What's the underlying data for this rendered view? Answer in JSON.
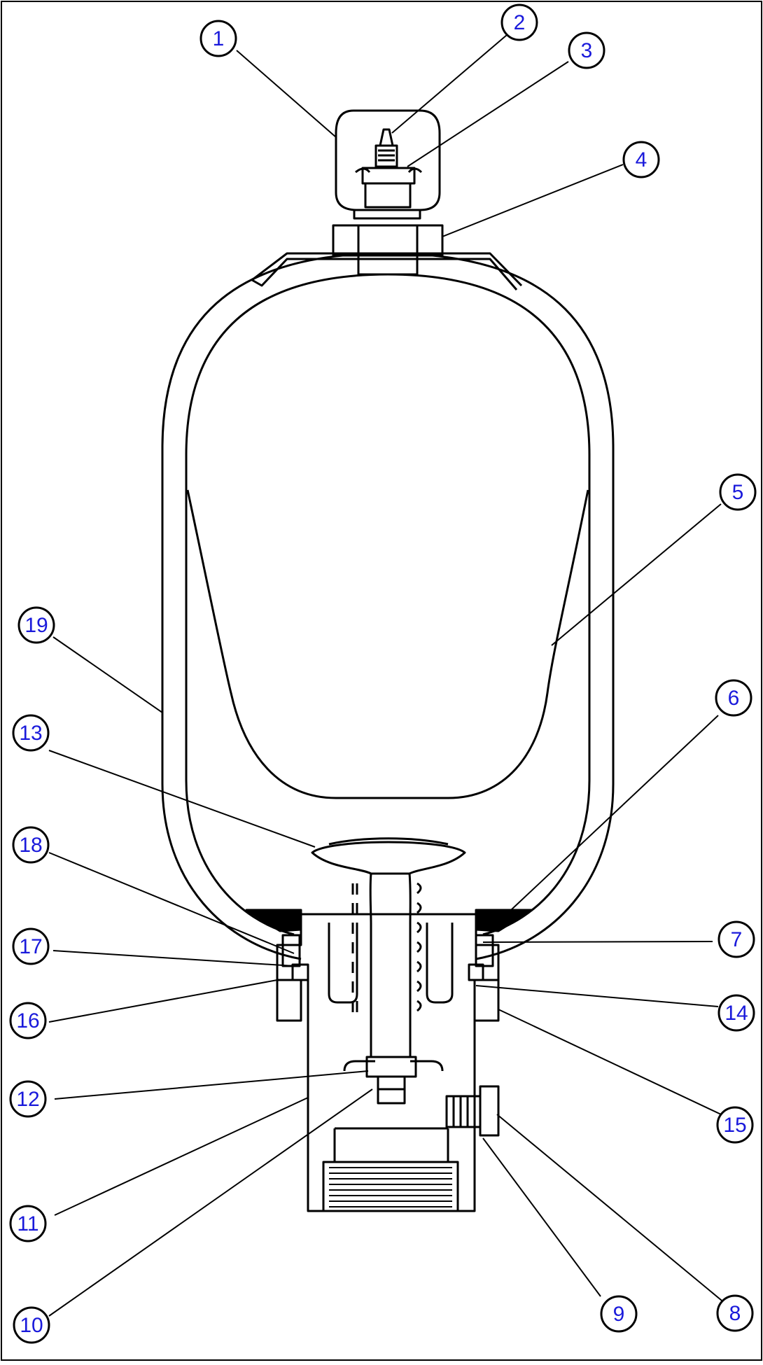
{
  "diagram": {
    "colors": {
      "line": "#000000",
      "callout_text": "#1a1adb",
      "background": "#ffffff"
    },
    "callouts": [
      {
        "id": "callout-1",
        "label": "1"
      },
      {
        "id": "callout-2",
        "label": "2"
      },
      {
        "id": "callout-3",
        "label": "3"
      },
      {
        "id": "callout-4",
        "label": "4"
      },
      {
        "id": "callout-5",
        "label": "5"
      },
      {
        "id": "callout-6",
        "label": "6"
      },
      {
        "id": "callout-7",
        "label": "7"
      },
      {
        "id": "callout-8",
        "label": "8"
      },
      {
        "id": "callout-9",
        "label": "9"
      },
      {
        "id": "callout-10",
        "label": "10"
      },
      {
        "id": "callout-11",
        "label": "11"
      },
      {
        "id": "callout-12",
        "label": "12"
      },
      {
        "id": "callout-13",
        "label": "13"
      },
      {
        "id": "callout-14",
        "label": "14"
      },
      {
        "id": "callout-15",
        "label": "15"
      },
      {
        "id": "callout-16",
        "label": "16"
      },
      {
        "id": "callout-17",
        "label": "17"
      },
      {
        "id": "callout-18",
        "label": "18"
      },
      {
        "id": "callout-19",
        "label": "19"
      }
    ]
  }
}
